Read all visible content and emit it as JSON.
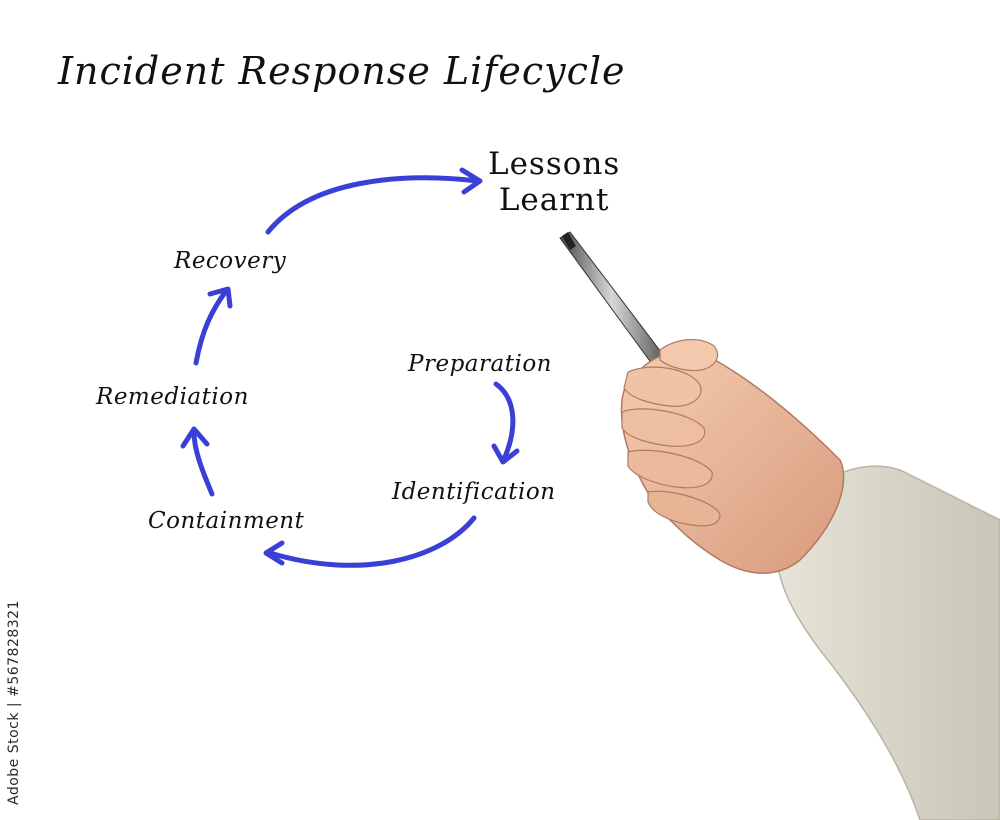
{
  "diagram": {
    "title": "Incident Response Lifecycle",
    "lessons_line1": "Lessons",
    "lessons_line2": "Learnt",
    "steps": [
      {
        "label": "Recovery"
      },
      {
        "label": "Remediation"
      },
      {
        "label": "Preparation"
      },
      {
        "label": "Identification"
      },
      {
        "label": "Containment"
      }
    ],
    "arrow_color": "#3a3fd6"
  },
  "watermark": {
    "text": "Adobe Stock | #567828321"
  }
}
